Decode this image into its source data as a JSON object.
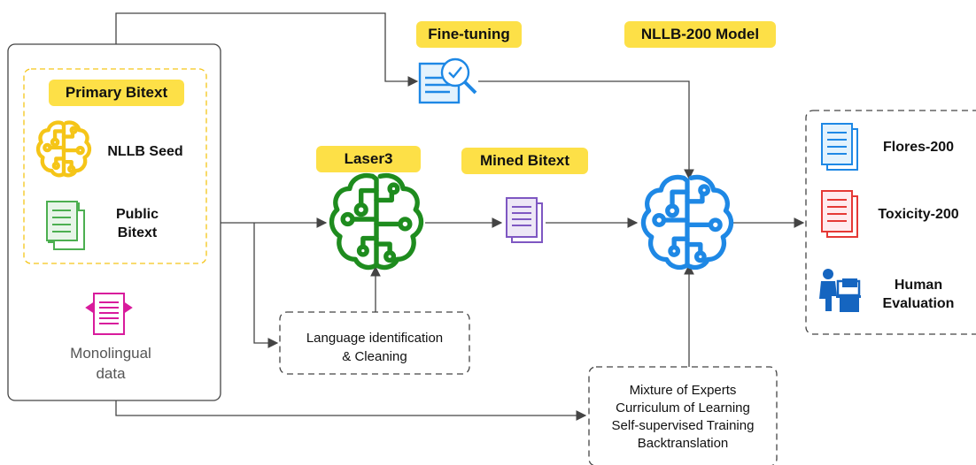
{
  "colors": {
    "yellow_tag": "#fde047",
    "seed_brain": "#f5c518",
    "public_doc": "#4caf50",
    "mono_doc": "#d81b9c",
    "laser_brain": "#1e8c1e",
    "mined_doc": "#7e57c2",
    "nllb_brain": "#1e88e5",
    "finetune_doc": "#1e88e5",
    "flores_doc": "#1e88e5",
    "toxicity_doc": "#e53935",
    "human_icon": "#1565c0"
  },
  "primary_bitext": {
    "tag": "Primary Bitext",
    "nllb_seed": "NLLB Seed",
    "public_bitext_line1": "Public",
    "public_bitext_line2": "Bitext"
  },
  "monolingual": {
    "line1": "Monolingual",
    "line2": "data"
  },
  "fine_tuning": {
    "tag": "Fine-tuning"
  },
  "nllb_model": {
    "tag": "NLLB-200 Model"
  },
  "laser3": {
    "tag": "Laser3"
  },
  "mined_bitext": {
    "tag": "Mined Bitext"
  },
  "lang_id": {
    "line1": "Language identification",
    "line2": "& Cleaning"
  },
  "training": {
    "line1": "Mixture of Experts",
    "line2": "Curriculum of Learning",
    "line3": "Self-supervised Training",
    "line4": "Backtranslation"
  },
  "evaluation": {
    "flores": "Flores-200",
    "toxicity": "Toxicity-200",
    "human_line1": "Human",
    "human_line2": "Evaluation"
  },
  "icons": {
    "seed": "brain-circuit-icon",
    "public": "document-icon",
    "mono": "document-icon",
    "laser": "brain-circuit-icon",
    "mined": "document-icon",
    "nllb": "brain-circuit-icon",
    "finetune": "document-search-icon",
    "flores": "document-icon",
    "toxicity": "document-icon",
    "human": "person-at-computer-icon"
  }
}
